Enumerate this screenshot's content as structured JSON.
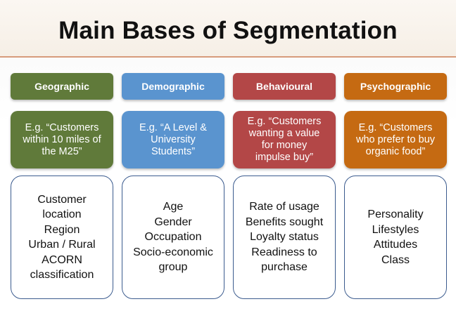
{
  "title": "Main Bases of Segmentation",
  "colors": {
    "geographic": "#607a3a",
    "demographic": "#5a94cf",
    "behavioural": "#b34747",
    "psychographic": "#c56a12",
    "box_border": "#3b5b8e"
  },
  "columns": [
    {
      "header": "Geographic",
      "example": [
        "E.g. “Customers",
        "within 10 miles of",
        "the M25”"
      ],
      "items": [
        "Customer",
        "location",
        "Region",
        "Urban / Rural",
        "ACORN",
        "classification"
      ]
    },
    {
      "header": "Demographic",
      "example": [
        "E.g. “A Level &",
        "University",
        "Students”"
      ],
      "items": [
        "Age",
        "Gender",
        "Occupation",
        "Socio-economic",
        "group"
      ]
    },
    {
      "header": "Behavioural",
      "example": [
        "E.g. “Customers",
        "wanting a value",
        "for money",
        "impulse buy”"
      ],
      "items": [
        "Rate of usage",
        "Benefits sought",
        "Loyalty status",
        "Readiness to",
        "purchase"
      ]
    },
    {
      "header": "Psychographic",
      "example": [
        "E.g. “Customers",
        "who prefer to buy",
        "organic food”"
      ],
      "items": [
        "Personality",
        "Lifestyles",
        "Attitudes",
        "Class"
      ]
    }
  ]
}
